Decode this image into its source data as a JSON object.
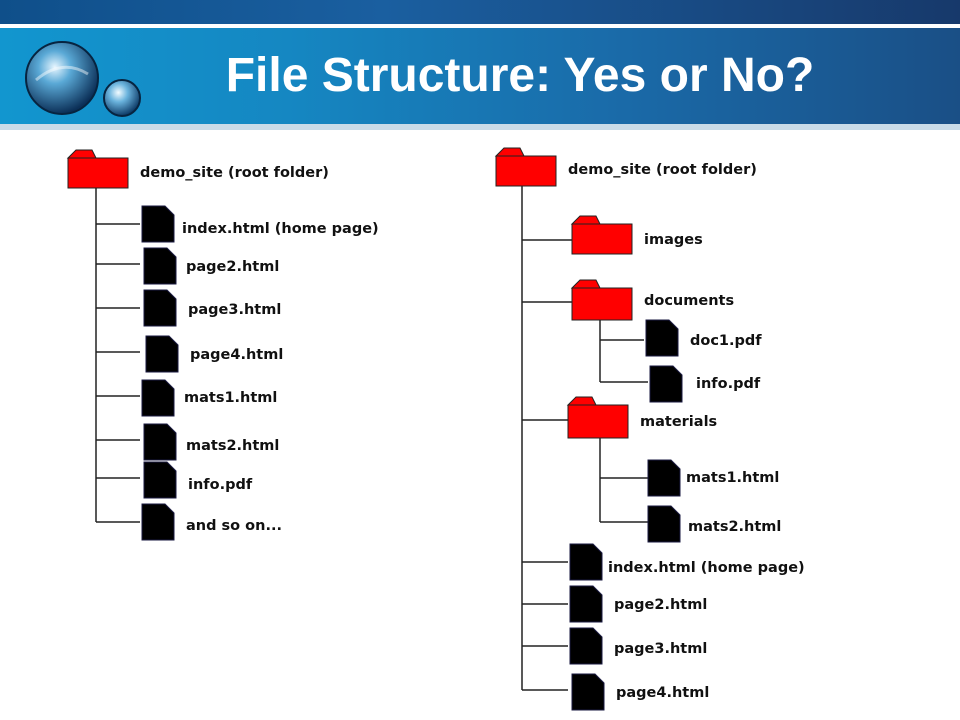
{
  "slide": {
    "title": "File Structure: Yes or No?"
  },
  "colors": {
    "folder": "#ff0000",
    "file": "#000000",
    "header_blue": "#1587c2"
  },
  "icons": {
    "folder": "folder-icon",
    "file": "document-icon",
    "logo": "globe-logo-icon"
  },
  "left_tree": {
    "root_label": "demo_site (root folder)",
    "files": [
      "index.html (home page)",
      "page2.html",
      "page3.html",
      "page4.html",
      "mats1.html",
      "mats2.html",
      "info.pdf",
      "and so on..."
    ]
  },
  "right_tree": {
    "root_label": "demo_site (root folder)",
    "images_label": "images",
    "documents_label": "documents",
    "documents_files": [
      "doc1.pdf",
      "info.pdf"
    ],
    "materials_label": "materials",
    "materials_files": [
      "mats1.html",
      "mats2.html"
    ],
    "root_files": [
      "index.html (home page)",
      "page2.html",
      "page3.html",
      "page4.html"
    ]
  }
}
